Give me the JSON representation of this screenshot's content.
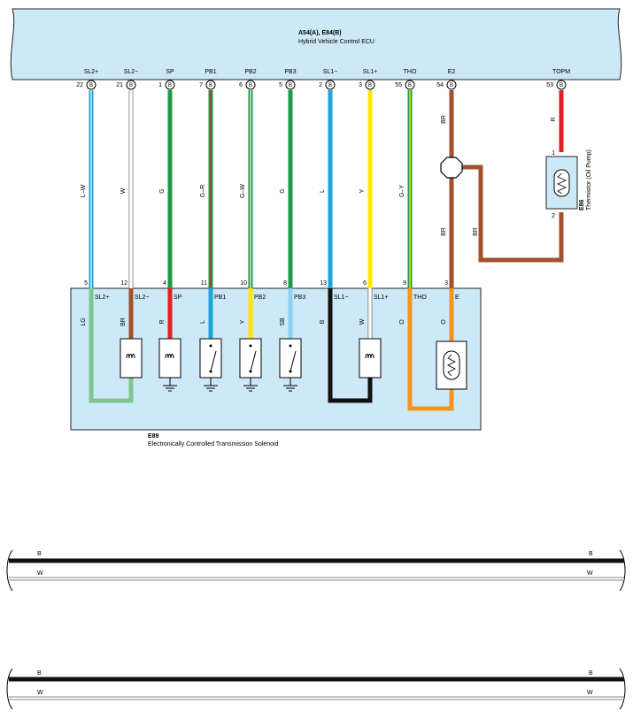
{
  "ecu": {
    "title": "A54(A), E84(B)",
    "subtitle": "Hybrid Vehicle Control ECU"
  },
  "solenoid_box": {
    "code": "E89",
    "name": "Electronically Controlled Transmission Solenoid"
  },
  "thermistor": {
    "code": "E86",
    "name": "Thermistor (Oil Pump)",
    "pin_top": "1",
    "pin_bottom": "2"
  },
  "connector_letter": "B",
  "ecu_pins": [
    {
      "name": "SL2+",
      "pin": "22"
    },
    {
      "name": "SL2−",
      "pin": "21"
    },
    {
      "name": "SP",
      "pin": "1"
    },
    {
      "name": "PB1",
      "pin": "7"
    },
    {
      "name": "PB2",
      "pin": "6"
    },
    {
      "name": "PB3",
      "pin": "5"
    },
    {
      "name": "SL1−",
      "pin": "2"
    },
    {
      "name": "SL1+",
      "pin": "3"
    },
    {
      "name": "THO",
      "pin": "55"
    },
    {
      "name": "E2",
      "pin": "54"
    },
    {
      "name": "TOPM",
      "pin": "53"
    }
  ],
  "wire_colors": [
    "L–W",
    "W",
    "G",
    "G–R",
    "G–W",
    "G",
    "L",
    "Y",
    "G–Y",
    "BR",
    "R",
    "BR",
    "BR"
  ],
  "solenoid_pins": [
    {
      "num": "5",
      "name": "SL2+"
    },
    {
      "num": "12",
      "name": "SL2−"
    },
    {
      "num": "4",
      "name": "SP"
    },
    {
      "num": "11",
      "name": "PB1"
    },
    {
      "num": "10",
      "name": "PB2"
    },
    {
      "num": "8",
      "name": "PB3"
    },
    {
      "num": "13",
      "name": "SL1−"
    },
    {
      "num": "6",
      "name": "SL1+"
    },
    {
      "num": "9",
      "name": "THO"
    },
    {
      "num": "3",
      "name": "E"
    }
  ],
  "internal_wire_colors": [
    "LG",
    "BR",
    "R",
    "L",
    "Y",
    "SB",
    "B",
    "W",
    "O",
    "O"
  ],
  "legend_rows": [
    {
      "top": "B",
      "bottom": "W"
    },
    {
      "top": "B",
      "bottom": "W"
    }
  ],
  "colors": {
    "ecu_fill": "#cde9f7",
    "light_blue": "#1fa3dc",
    "green": "#1d9a48",
    "red": "#e31e24",
    "yellow": "#ffe600",
    "brown": "#a0522d",
    "orange": "#f7941d",
    "lightgreen": "#7fc68c",
    "skyblue": "#8ad1f2",
    "black": "#111111"
  }
}
